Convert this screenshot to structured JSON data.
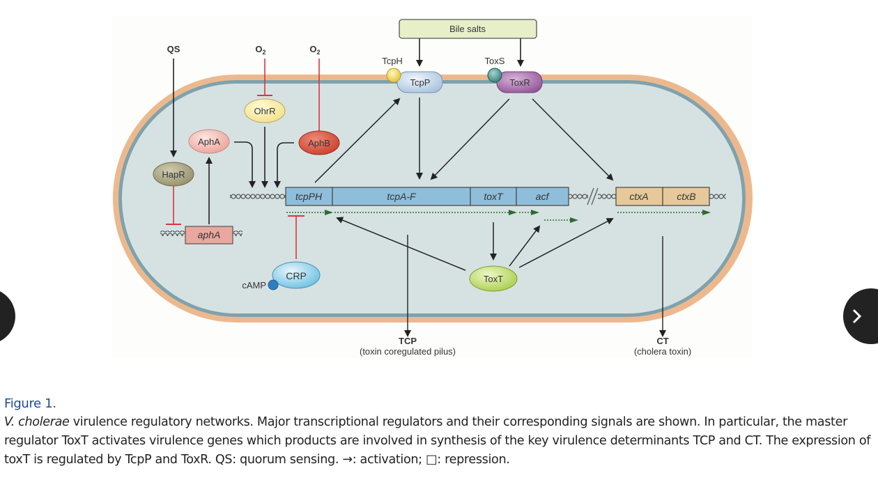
{
  "figure": {
    "signals": {
      "qs": "QS",
      "o2_left": "O2",
      "o2_right": "O2",
      "bile_salts": "Bile salts"
    },
    "proteins": {
      "tcph": "TcpH",
      "tcpp": "TcpP",
      "toxs": "ToxS",
      "toxr": "ToxR",
      "ohrr": "OhrR",
      "apha": "AphA",
      "aphb": "AphB",
      "hapr": "HapR",
      "crp": "CRP",
      "camp": "cAMP",
      "toxt": "ToxT"
    },
    "genes": {
      "tcpph": "tcpPH",
      "tcpa_f": "tcpA-F",
      "toxt": "toxT",
      "acf": "acf",
      "ctxa": "ctxA",
      "ctxb": "ctxB",
      "apha": "aphA"
    },
    "products": {
      "tcp_title": "TCP",
      "tcp_sub": "(toxin coregulated pilus)",
      "ct_title": "CT",
      "ct_sub": "(cholera toxin)"
    },
    "colors": {
      "outer_membrane": "#ecb98e",
      "inner_membrane": "#7fa2ad",
      "cytoplasm": "#d6e2e2",
      "tcp_operon": "#8fbedb",
      "ctx_operon": "#e6c89a",
      "apha_gene": "#e9a79f",
      "repression": "#d9363e",
      "transcript": "#2e6b35"
    }
  },
  "caption": {
    "title": "Figure 1.",
    "species": "V. cholerae",
    "text": " virulence regulatory networks. Major transcriptional regulators and their corresponding signals are shown. In particular, the master regulator ToxT activates virulence genes which products are involved in synthesis of the key virulence determinants TCP and CT. The expression of toxT is regulated by TcpP and ToxR. QS: quorum sensing. →: activation; □: repression."
  },
  "navigation": {
    "prev": "previous-figure",
    "next": "next-figure"
  }
}
